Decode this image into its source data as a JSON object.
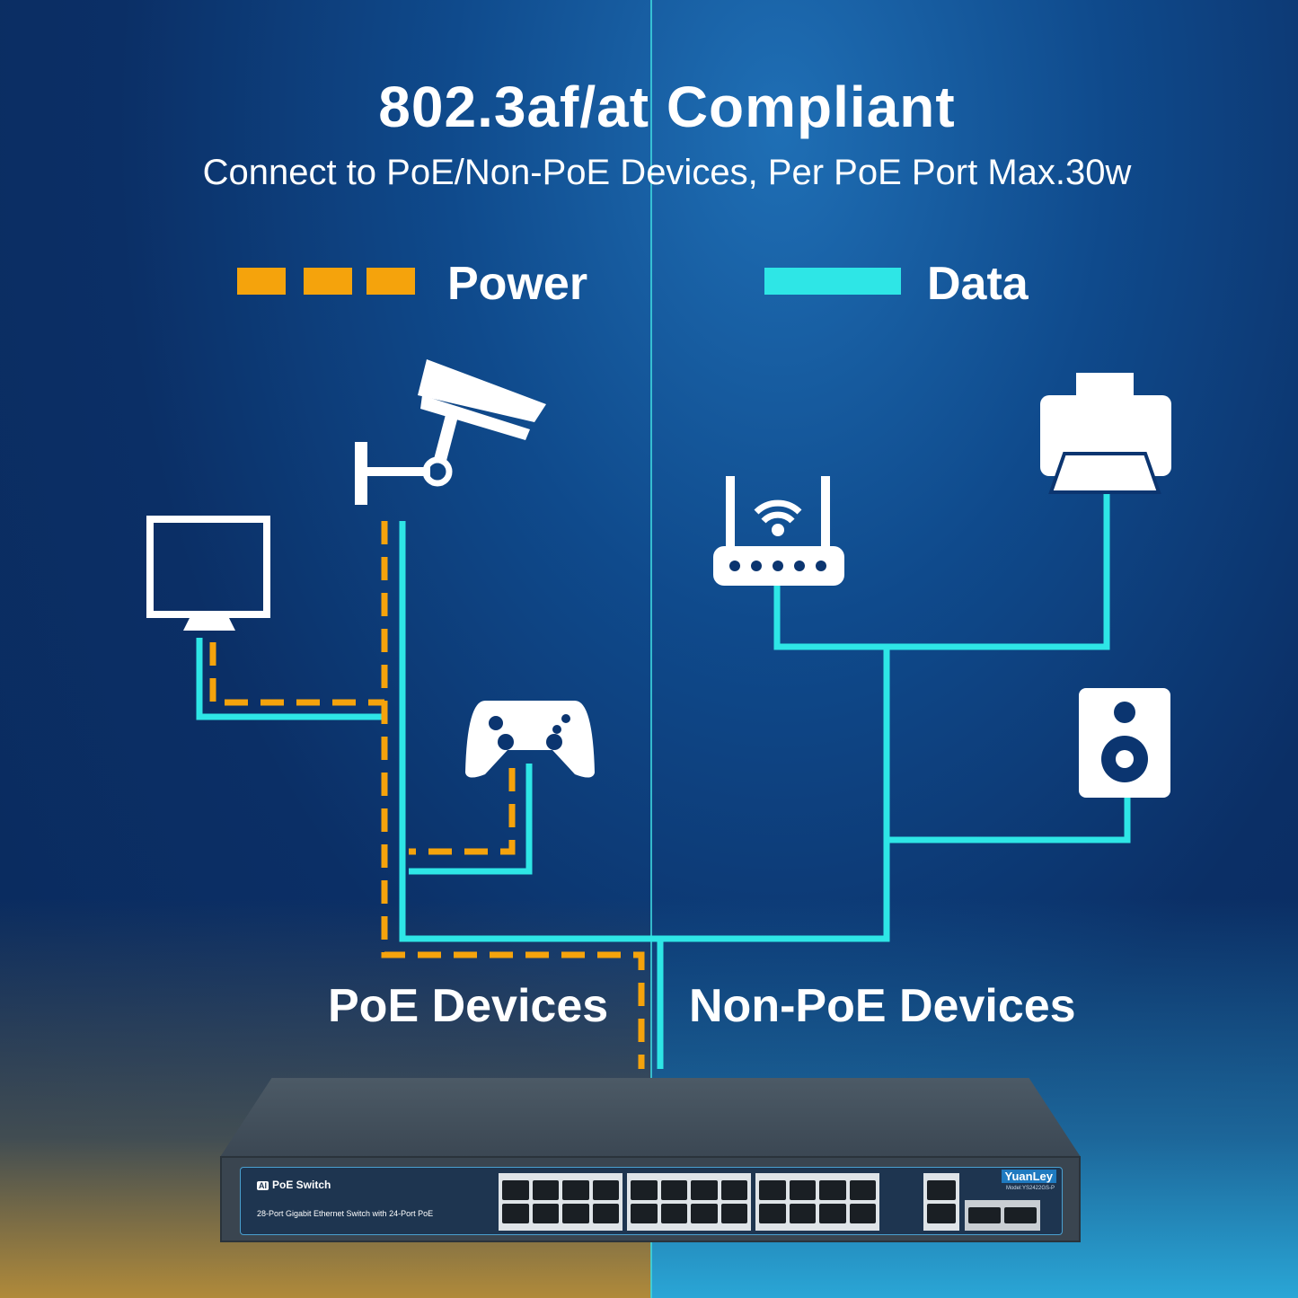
{
  "title": "802.3af/at Compliant",
  "subtitle": "Connect to PoE/Non-PoE Devices, Per PoE Port Max.30w",
  "legend": {
    "power": "Power",
    "data": "Data",
    "power_color": "#f5a30c",
    "data_color": "#2ee6e6"
  },
  "labels": {
    "poe_devices": "PoE Devices",
    "non_poe_devices": "Non-PoE Devices"
  },
  "devices": {
    "poe": [
      "monitor-icon",
      "camera-icon",
      "gamepad-icon"
    ],
    "non_poe": [
      "router-icon",
      "printer-icon",
      "speaker-icon"
    ]
  },
  "switch": {
    "brand": "PoE Switch",
    "badge": "AI",
    "description": "28-Port Gigabit Ethernet Switch with 24-Port PoE",
    "logo": "YuanLey",
    "model": "Model:YS2422GS-P"
  }
}
